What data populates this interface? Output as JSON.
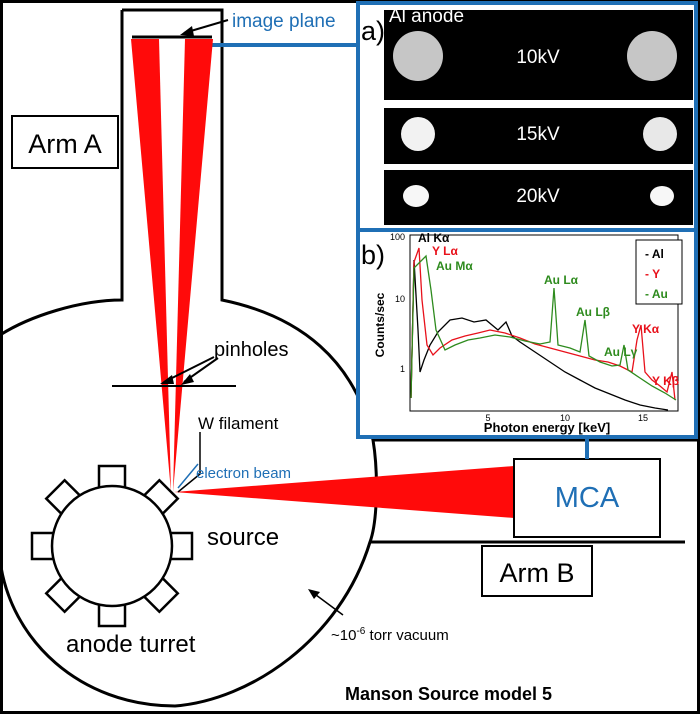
{
  "title": "Manson Source model 5",
  "labels": {
    "image_plane": "image plane",
    "arm_a": "Arm A",
    "arm_b": "Arm B",
    "pinholes": "pinholes",
    "w_filament": "W filament",
    "electron_beam": "electron beam",
    "source": "source",
    "anode_turret": "anode turret",
    "vacuum_prefix": "~10",
    "vacuum_exp": "-6",
    "vacuum_suffix": " torr vacuum",
    "mca": "MCA"
  },
  "panel_a": {
    "tag": "a)",
    "heading": "Al anode",
    "rows": [
      {
        "voltage": "10kV"
      },
      {
        "voltage": "15kV"
      },
      {
        "voltage": "20kV"
      }
    ]
  },
  "panel_b": {
    "tag": "b)",
    "ylabel": "Counts/sec",
    "xlabel": "Photon energy [keV]",
    "yticks": [
      "100",
      "10",
      "1"
    ],
    "xticks": [
      "5",
      "10",
      "15"
    ],
    "legend": [
      {
        "label": "- Al",
        "color": "#000000"
      },
      {
        "label": "- Y",
        "color": "#e8111b"
      },
      {
        "label": "- Au",
        "color": "#2e8b1e"
      }
    ],
    "line_labels": [
      {
        "text": "Al Kα",
        "color": "#000000"
      },
      {
        "text": "Y Lα",
        "color": "#e8111b"
      },
      {
        "text": "Au Mα",
        "color": "#2e8b1e"
      },
      {
        "text": "Au Lα",
        "color": "#2e8b1e"
      },
      {
        "text": "Au Lβ",
        "color": "#2e8b1e"
      },
      {
        "text": "Au Lγ",
        "color": "#2e8b1e"
      },
      {
        "text": "Y Kα",
        "color": "#e8111b"
      },
      {
        "text": "Y Kβ",
        "color": "#e8111b"
      }
    ]
  },
  "colors": {
    "beam": "#ff0a0a",
    "accent": "#1f6fb5",
    "outline": "#000000"
  }
}
